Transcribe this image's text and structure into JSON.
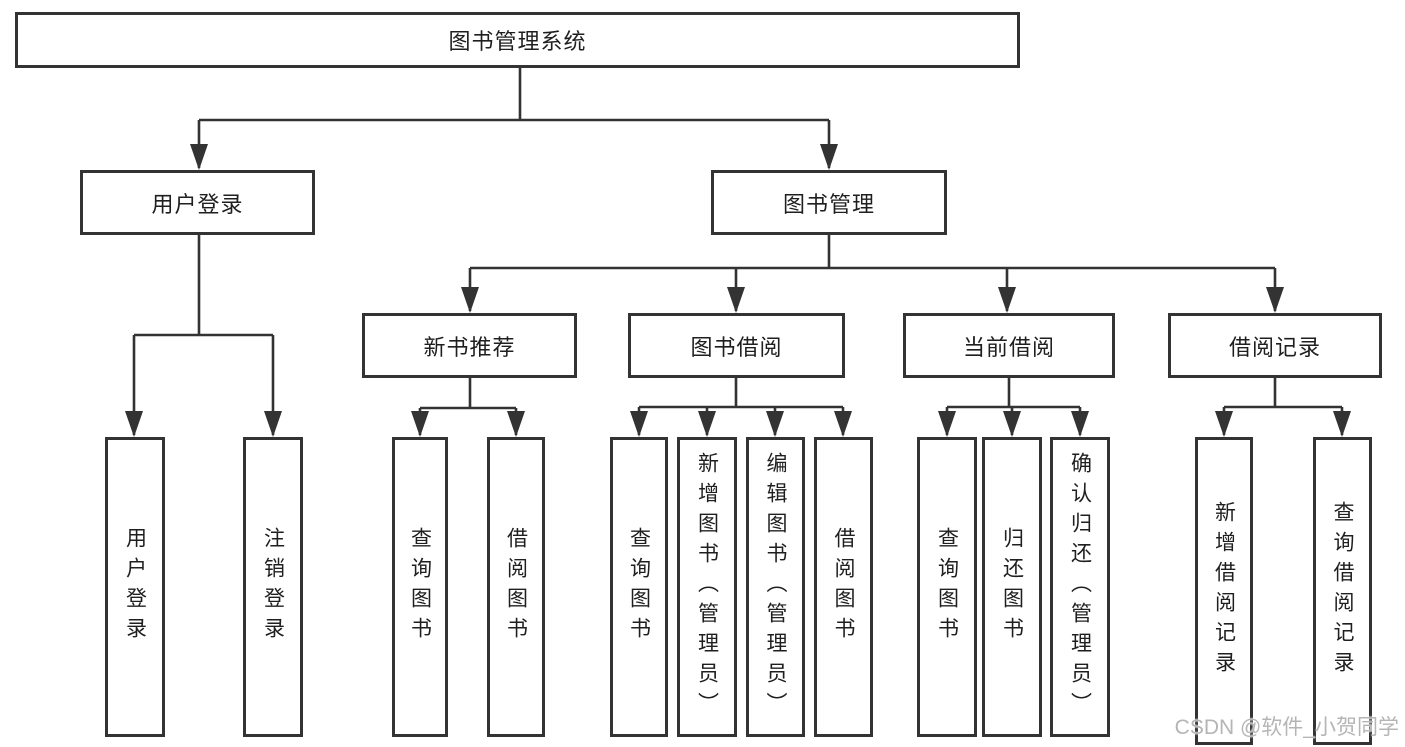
{
  "diagram": {
    "root": {
      "label": "图书管理系统"
    },
    "branches": [
      {
        "label": "用户登录",
        "children": [
          {
            "label": "用户登录"
          },
          {
            "label": "注销登录"
          }
        ]
      },
      {
        "label": "图书管理",
        "children": [
          {
            "label": "新书推荐",
            "children": [
              {
                "label": "查询图书"
              },
              {
                "label": "借阅图书"
              }
            ]
          },
          {
            "label": "图书借阅",
            "children": [
              {
                "label": "查询图书"
              },
              {
                "label": "新增图书（管理员）"
              },
              {
                "label": "编辑图书（管理员）"
              },
              {
                "label": "借阅图书"
              }
            ]
          },
          {
            "label": "当前借阅",
            "children": [
              {
                "label": "查询图书"
              },
              {
                "label": "归还图书"
              },
              {
                "label": "确认归还（管理员）"
              }
            ]
          },
          {
            "label": "借阅记录",
            "children": [
              {
                "label": "新增借阅记录"
              },
              {
                "label": "查询借阅记录"
              }
            ]
          }
        ]
      }
    ]
  },
  "watermark": {
    "text": "CSDN @软件_小贺同学"
  },
  "colors": {
    "line": "#333333",
    "border": "#333333",
    "text": "#1f1f1f",
    "watermark": "#b5b5b5",
    "background": "#ffffff"
  }
}
